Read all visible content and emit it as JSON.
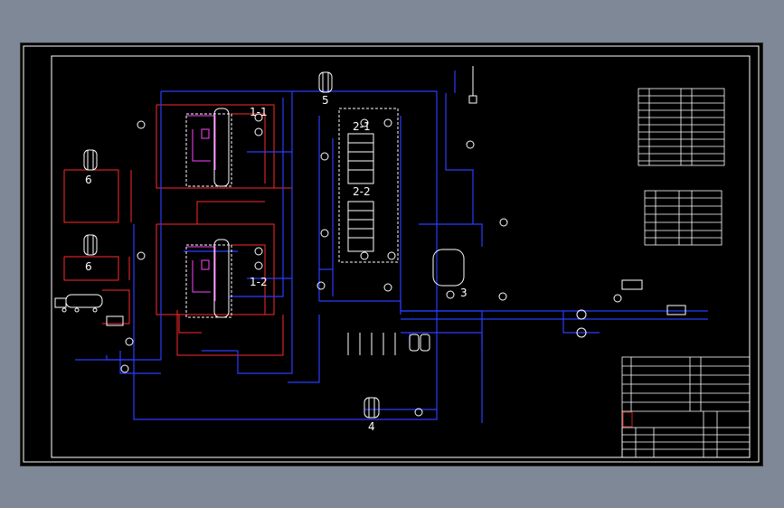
{
  "drawing": {
    "numerals": {
      "n1_1": "1-1",
      "n1_2": "1-2",
      "n2_1": "2-1",
      "n2_2": "2-2",
      "n3": "3",
      "n4": "4",
      "n5": "5",
      "n6a": "6",
      "n6b": "6"
    }
  },
  "colors": {
    "background": "#000000",
    "frame": "#ffffff",
    "process_pipe": "#2a3cff",
    "heating_pipe": "#ff2a2a",
    "instrument": "#ff44ff",
    "equipment": "#ffffff"
  },
  "legend_tables": {
    "equipment_symbols_rows": 10,
    "valve_table_rows": 6,
    "title_block_rows": 9
  }
}
